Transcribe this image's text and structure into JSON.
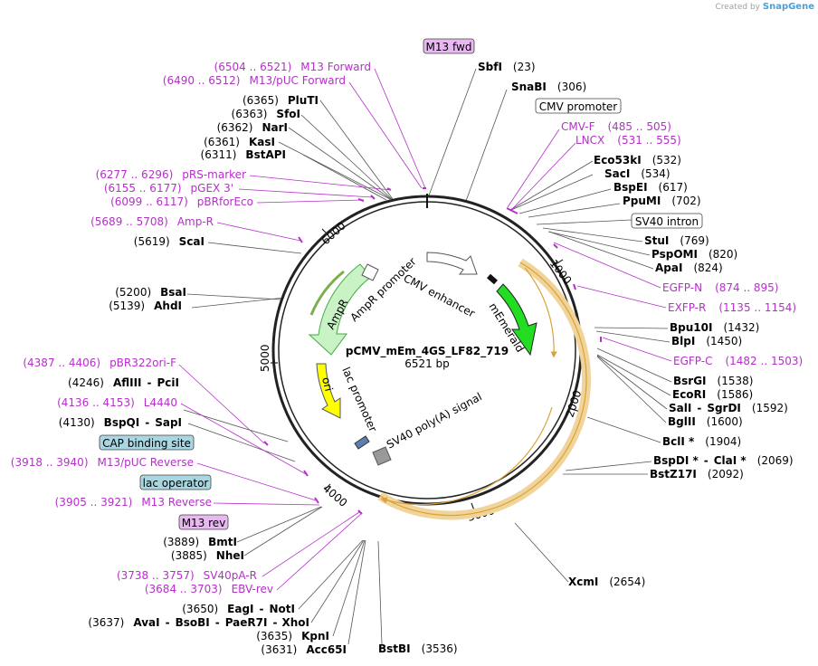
{
  "credit": {
    "prefix": "Created by",
    "brand": "SnapGene"
  },
  "plasmid": {
    "name": "pCMV_mEm_4GS_LF82_719",
    "size": "6521 bp"
  },
  "ticks": [
    "1000",
    "2000",
    "3000",
    "4000",
    "5000",
    "6000"
  ],
  "feature_labels": {
    "cmv_enhancer": "CMV enhancer",
    "ampr": "AmpR",
    "ampr_promoter": "AmpR promoter",
    "memerald": "mEmerald",
    "ori": "ori",
    "lac_promoter": "lac promoter",
    "sv40_polya": "SV40 poly(A) signal"
  },
  "boxed_labels": {
    "m13_fwd": "M13 fwd",
    "cmv_promoter": "CMV promoter",
    "sv40_intron": "SV40 intron",
    "cap_site": "CAP binding site",
    "lac_operator": "lac operator",
    "m13_rev": "M13 rev"
  },
  "sites": {
    "sbfi": {
      "name": "SbfI",
      "pos": "(23)"
    },
    "snabi": {
      "name": "SnaBI",
      "pos": "(306)"
    },
    "eco53ki": {
      "name": "Eco53kI",
      "pos": "(532)"
    },
    "saci": {
      "name": "SacI",
      "pos": "(534)"
    },
    "bspei": {
      "name": "BspEI",
      "pos": "(617)"
    },
    "ppumi": {
      "name": "PpuMI",
      "pos": "(702)"
    },
    "stui": {
      "name": "StuI",
      "pos": "(769)"
    },
    "pspomi": {
      "name": "PspOMI",
      "pos": "(820)"
    },
    "apai": {
      "name": "ApaI",
      "pos": "(824)"
    },
    "bpu10i": {
      "name": "Bpu10I",
      "pos": "(1432)"
    },
    "blpi": {
      "name": "BlpI",
      "pos": "(1450)"
    },
    "bsrgi": {
      "name": "BsrGI",
      "pos": "(1538)"
    },
    "ecori": {
      "name": "EcoRI",
      "pos": "(1586)"
    },
    "sali": {
      "name": "SalI",
      "sep": "-",
      "name2": "SgrDI",
      "pos": "(1592)"
    },
    "bglii": {
      "name": "BglII",
      "pos": "(1600)"
    },
    "bcli": {
      "name": "BclI *",
      "pos": "(1904)"
    },
    "bspdi": {
      "name": "BspDI *",
      "sep": "-",
      "name2": "ClaI *",
      "pos": "(2069)"
    },
    "bstz17i": {
      "name": "BstZ17I",
      "pos": "(2092)"
    },
    "xcmi": {
      "name": "XcmI",
      "pos": "(2654)"
    },
    "bstbi": {
      "name": "BstBI",
      "pos": "(3536)"
    },
    "acc65i": {
      "name": "Acc65I",
      "pos": "(3631)"
    },
    "kpni": {
      "name": "KpnI",
      "pos": "(3635)"
    },
    "avai": {
      "name": "AvaI",
      "sep": "-",
      "name2": "BsoBI",
      "sep2": "-",
      "name3": "PaeR7I",
      "sep3": "-",
      "name4": "XhoI",
      "pos": "(3637)"
    },
    "eagi": {
      "name": "EagI",
      "sep": "-",
      "name2": "NotI",
      "pos": "(3650)"
    },
    "nhei": {
      "name": "NheI",
      "pos": "(3885)"
    },
    "bmti": {
      "name": "BmtI",
      "pos": "(3889)"
    },
    "bspqi": {
      "name": "BspQI",
      "sep": "-",
      "name2": "SapI",
      "pos": "(4130)"
    },
    "aflIII": {
      "name": "AflIII",
      "sep": "-",
      "name2": "PciI",
      "pos": "(4246)"
    },
    "ahdi": {
      "name": "AhdI",
      "pos": "(5139)"
    },
    "bsai": {
      "name": "BsaI",
      "pos": "(5200)"
    },
    "scai": {
      "name": "ScaI",
      "pos": "(5619)"
    },
    "bstapi": {
      "name": "BstAPI",
      "pos": "(6311)"
    },
    "kasi": {
      "name": "KasI",
      "pos": "(6361)"
    },
    "nari": {
      "name": "NarI",
      "pos": "(6362)"
    },
    "sfoi": {
      "name": "SfoI",
      "pos": "(6363)"
    },
    "pluti": {
      "name": "PluTI",
      "pos": "(6365)"
    }
  },
  "primers": {
    "m13_forward": {
      "range": "(6504 .. 6521)",
      "name": "M13 Forward"
    },
    "m13_puc_forward": {
      "range": "(6490 .. 6512)",
      "name": "M13/pUC Forward"
    },
    "cmv_f": {
      "name": "CMV-F",
      "range": "(485 .. 505)"
    },
    "lncx": {
      "name": "LNCX",
      "range": "(531 .. 555)"
    },
    "egfp_n": {
      "name": "EGFP-N",
      "range": "(874 .. 895)"
    },
    "exfp_r": {
      "name": "EXFP-R",
      "range": "(1135 .. 1154)"
    },
    "egfp_c": {
      "name": "EGFP-C",
      "range": "(1482 .. 1503)"
    },
    "prs_marker": {
      "range": "(6277 .. 6296)",
      "name": "pRS-marker"
    },
    "pgex3": {
      "range": "(6155 .. 6177)",
      "name": "pGEX 3'"
    },
    "pbrforeco": {
      "range": "(6099 .. 6117)",
      "name": "pBRforEco"
    },
    "amp_r": {
      "range": "(5689 .. 5708)",
      "name": "Amp-R"
    },
    "pbr322ori_f": {
      "range": "(4387 .. 4406)",
      "name": "pBR322ori-F"
    },
    "l4440": {
      "range": "(4136 .. 4153)",
      "name": "L4440"
    },
    "m13_puc_reverse": {
      "range": "(3918 .. 3940)",
      "name": "M13/pUC Reverse"
    },
    "m13_reverse": {
      "range": "(3905 .. 3921)",
      "name": "M13 Reverse"
    },
    "sv40pa_r": {
      "range": "(3738 .. 3757)",
      "name": "SV40pA-R"
    },
    "ebv_rev": {
      "range": "(3684 .. 3703)",
      "name": "EBV-rev"
    }
  },
  "colors": {
    "primer": "#b530c9",
    "memerald": "#22dd22",
    "ampr": "#c9f3c5",
    "ori": "#ffff00",
    "orf_outline": "#d9a23a",
    "cap_site_box": "#a9d6e0",
    "m13_box": "#e8b8f0"
  },
  "icons": [
    "map-circle",
    "leader-line"
  ]
}
